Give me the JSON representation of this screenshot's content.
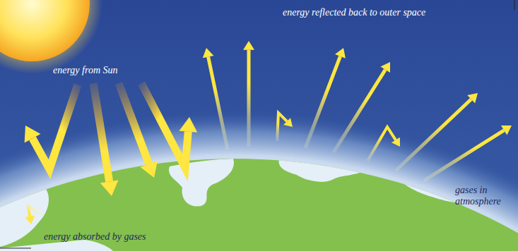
{
  "diagram": {
    "labels": [
      "energy reflected back to outer space",
      "energy from Sun",
      "gases in atmosphere",
      "energy absorbed by gases"
    ]
  }
}
